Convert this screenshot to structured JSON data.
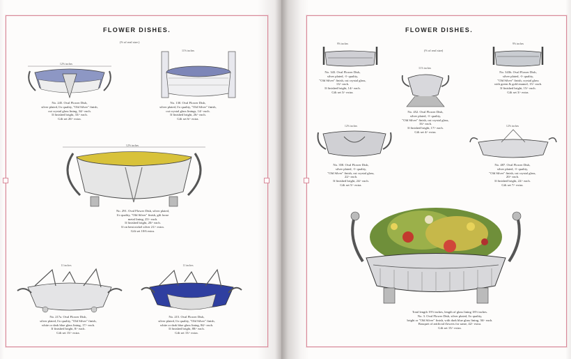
{
  "left_page": {
    "title": "FLOWER DISHES.",
    "subtitle": "(⅔ of real size.)",
    "items": [
      {
        "dimension": "12⅝ inches",
        "lines": [
          "No. 245. Oval Flower Dish,",
          "silver plated, I/o quality, \"Old Silver\" finish,",
          "cut crystal glass lining, 34/- each.",
          "If finished bright, 33/- each.",
          "Gilt set 20/- extra."
        ]
      },
      {
        "dimension": "11⅝ inches",
        "lines": [
          "No. 130. Oval Flower Dish,",
          "silver plated, I/o quality, \"Old Silver\" finish,",
          "cut crystal glass linings, 14/- each.",
          "If finished bright, 26/- each.",
          "Gilt set 6/- extra."
        ]
      },
      {
        "dimension": "12⅝ inches",
        "lines": [
          "No. 291. Oval Flower Dish, silver plated,",
          "I/o quality, \"Old Silver\" finish, gilt loose",
          "metal lining, 25/- each.",
          "If finished bright, 20/- each.",
          "If on bent nickel silver 21/- extra.",
          "Gilt set 10/6 extra."
        ]
      },
      {
        "dimension": "11 inches",
        "lines": [
          "No. 217a. Oval Flower Dish,",
          "silver plated, I/o quality, \"Old Silver\" finish,",
          "white or dark blue glass lining, 17/- each.",
          "If finished bright, 8/- each.",
          "Gilt set 15/- extra."
        ]
      },
      {
        "dimension": "11 inches",
        "lines": [
          "No. 215. Oval Flower Dish,",
          "silver plated, I/o quality, \"Old Silver\" finish,",
          "white or dark blue glass lining, 84/- each.",
          "If finished bright, 88/- each.",
          "Gilt set 15/- extra."
        ]
      }
    ]
  },
  "right_page": {
    "title": "FLOWER DISHES.",
    "subtitle": "(⅔ of real size)",
    "items": [
      {
        "dimension": "9⅝ inches",
        "lines": [
          "No. 343. Oval Flower Dish,",
          "silver plated, -I- quality,",
          "\"Old Silver\" finish, cut crystal glass,",
          "13/- each.",
          "If finished bright, 14/- each.",
          "Gilt set 3/- extra."
        ]
      },
      {
        "dimension": "11⅞ inches",
        "lines": [
          "No. 452. Oval Flower Dish,",
          "silver plated, -I- quality,",
          "\"Old Silver\" finish, cut crystal glass,",
          "16/- each.",
          "If finished bright, 17/- each.",
          "Gilt set 4/- extra."
        ]
      },
      {
        "dimension": "9⅝ inches",
        "lines": [
          "No. 343b. Oval Flower Dish,",
          "silver plated, -I- quality,",
          "\"Old Silver\" finish, crystal glass",
          "with green & gold enamel, 15/- each.",
          "If finished bright, 15/- each.",
          "Gilt set 3/- extra."
        ]
      },
      {
        "dimension": "12⅝ inches",
        "lines": [
          "No. 358. Oval Flower Dish,",
          "silver plated, -I- quality,",
          "\"Old Silver\" finish, cut crystal glass,",
          "22/- each.",
          "If finished bright, 24/- each.",
          "Gilt set 5/- extra."
        ]
      },
      {
        "dimension": "12⅝ inches",
        "lines": [
          "No. 487. Oval Flower Dish,",
          "silver plated, -I- quality,",
          "\"Old Silver\" finish, cut crystal glass,",
          "20/- each.",
          "If finished bright, 22/- each.",
          "Gilt set 7/- extra."
        ]
      },
      {
        "dimension": "",
        "lines": [
          "Total length 19½ inches, length of glass lining 18½ inches.",
          "No. 3. Oval Flower Dish, silver plated, I/o quality,",
          "bright or \"Old Silver\" finish, with dark blue glass lining, 36/- each.",
          "Bouquet of artificial flowers for same, 42/- extra.",
          "Gilt set 15/- extra."
        ]
      }
    ]
  },
  "colors": {
    "frame": "#d98a9a",
    "glass_blue": "#3d4fa8",
    "gilt": "#d8c23a"
  }
}
